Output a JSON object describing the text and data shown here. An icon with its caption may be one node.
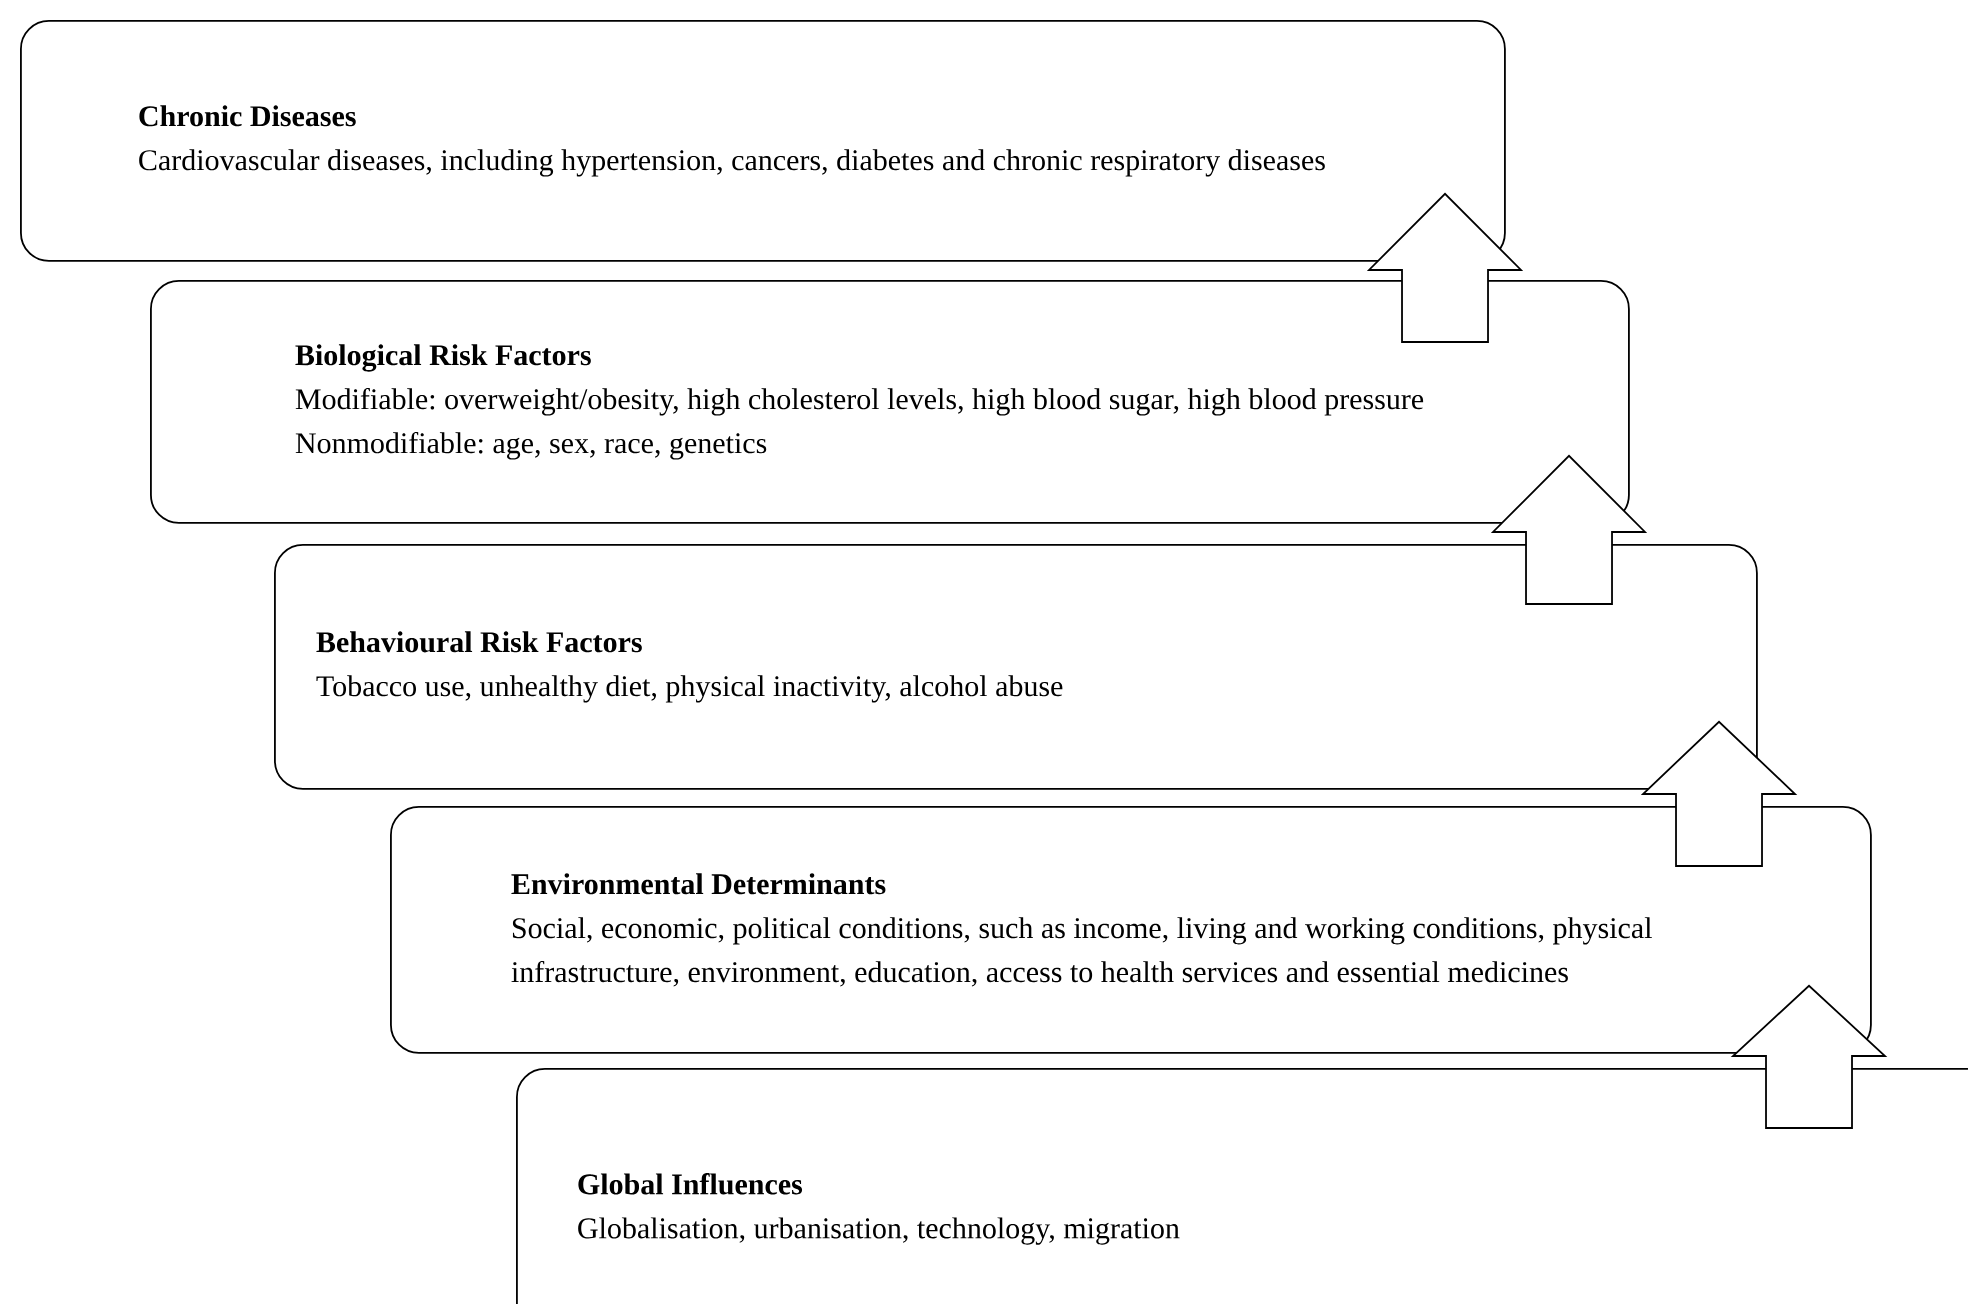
{
  "diagram": {
    "nodes": [
      {
        "text": [
          "Chronic Diseases",
          "Cardiovascular diseases, including hypertension, cancers, diabetes and chronic respiratory diseases"
        ]
      },
      {
        "text": [
          "Biological Risk Factors",
          "Modifiable: overweight/obesity, high cholesterol levels, high blood sugar, high blood pressure",
          "Nonmodifiable: age, sex, race, genetics"
        ]
      },
      {
        "text": [
          "Behavioural Risk Factors",
          "Tobacco use, unhealthy diet, physical inactivity, alcohol abuse"
        ]
      },
      {
        "text": [
          "Environmental Determinants",
          "Social, economic, political conditions, such as income, living and working conditions, physical infrastructure, environment, education, access to health services and essential medicines"
        ]
      },
      {
        "text": [
          "Global Influences",
          "Globalisation, urbanisation, technology, migration"
        ]
      }
    ],
    "edges": [
      {
        "from": 4,
        "to": 3,
        "arrow": "to"
      },
      {
        "from": 3,
        "to": 2,
        "arrow": "to"
      },
      {
        "from": 2,
        "to": 1,
        "arrow": "to"
      },
      {
        "from": 1,
        "to": 0,
        "arrow": "to"
      }
    ]
  }
}
